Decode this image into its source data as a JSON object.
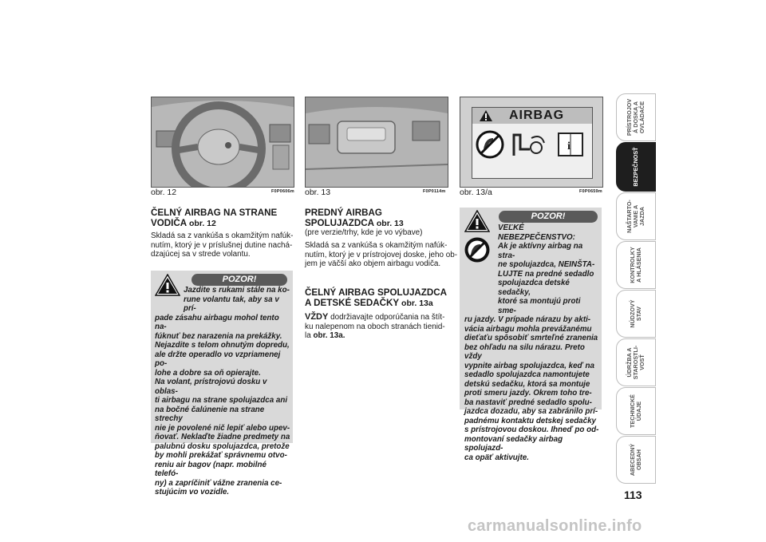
{
  "figures": [
    {
      "caption": "obr. 12",
      "code": "F0P0606m"
    },
    {
      "caption": "obr. 13",
      "code": "F0P0114m"
    },
    {
      "caption": "obr. 13/a",
      "code": "F0P0659m"
    }
  ],
  "airbag_label": "AIRBAG",
  "col1": {
    "heading_line1": "ČELNÝ AIRBAG NA STRANE",
    "heading_line2": "VODIČA",
    "heading_ref": " obr. 12",
    "body": [
      "Skladá sa z vankúša s okamžitým nafúk-",
      "nutím, ktorý je v príslušnej dutine nachá-",
      "dzajúcej sa v strede volantu."
    ],
    "warning_title": "POZOR!",
    "warning_lines": [
      "Jazdite s rukami stále na ko-",
      "rune volantu tak, aby sa v prí-",
      "pade zásahu airbagu mohol tento na-",
      "fúknuť bez narazenia na prekážky.",
      "Nejazdite s telom ohnutým dopredu,",
      "ale držte operadlo vo vzpriamenej po-",
      "lohe a dobre sa oň opierajte.",
      "Na volant, prístrojovú dosku v oblas-",
      "ti airbagu na strane spolujazdca ani",
      "na bočné čalúnenie na strane strechy",
      "nie je povolené nič lepiť alebo upev-",
      "ňovať. Neklaďte žiadne predmety na",
      "palubnú dosku spolujazdca, pretože",
      "by mohli prekážať správnemu otvo-",
      "reniu air bagov (napr. mobilné telefó-",
      "ny) a zapríčiniť vážne zranenia ce-",
      "stujúcim vo vozidle."
    ]
  },
  "col2": {
    "heading1_line1": "PREDNÝ AIRBAG",
    "heading1_line2": "SPOLUJAZDCA",
    "heading1_ref": " obr. 13",
    "subtitle": "(pre verzie/trhy, kde je vo výbave)",
    "body1": [
      "Skladá sa z vankúša s okamžitým nafúk-",
      "nutím, ktorý je v prístrojovej doske, jeho ob-",
      "jem je väčší ako objem airbagu vodiča."
    ],
    "heading2_line1": "ČELNÝ AIRBAG SPOLUJAZDCA",
    "heading2_line2": "A DETSKÉ SEDAČKY",
    "heading2_ref": " obr. 13a",
    "body2_bold": "VŽDY",
    "body2_line1": " dodržiavajte odporúčania na štít-",
    "body2_line2": "ku nalepenom na oboch stranách tienid-",
    "body2_line3_pre": "la ",
    "body2_line3_ref": "obr. 13a."
  },
  "col3": {
    "warning_title": "POZOR!",
    "warning_lines": [
      "VEĽKÉ NEBEZPEČENSTVO:",
      "Ak je aktívny airbag na stra-",
      "ne spolujazdca, NEINŠTA-",
      "LUJTE na predné sedadlo",
      "spolujazdca detské sedačky,",
      "ktoré sa montujú proti sme-",
      "ru jazdy. V prípade nárazu by akti-",
      "vácia airbagu mohla prevážanému",
      "dieťaťu spôsobiť smrteľné zranenia",
      "bez ohľadu na silu nárazu. Preto vždy",
      "vypnite airbag spolujazdca, keď na",
      "sedadlo spolujazdca namontujete",
      "detskú sedačku, ktorá sa montuje",
      "proti smeru jazdy. Okrem toho tre-",
      "ba nastaviť predné sedadlo spolu-",
      "jazdca dozadu, aby sa zabránilo prí-",
      "padnému kontaktu detskej sedačky",
      "s prístrojovou doskou. Ihneď po od-",
      "montovaní sedačky airbag spolujazd-",
      "ca opäť aktivujte."
    ]
  },
  "tabs": [
    {
      "label": "PRÍSTROJOV\nÁ DOSKA A\nOVLÁDAČE",
      "active": false
    },
    {
      "label": "BEZPEČNOSŤ",
      "active": true
    },
    {
      "label": "NAŠTARTO-\nVANIE A\nJAZDA",
      "active": false
    },
    {
      "label": "KONTROLKY\nA HLÁSENIA",
      "active": false
    },
    {
      "label": "NÚDZOVÝ\nSTAV",
      "active": false
    },
    {
      "label": "ÚDRŽBA A\nSTAROSTLI-\nVOSŤ",
      "active": false
    },
    {
      "label": "TECHNICKÉ\nÚDAJE",
      "active": false
    },
    {
      "label": "ABECEDNÝ\nOBSAH",
      "active": false
    }
  ],
  "page_number": "113",
  "watermark": "carmanualsonline.info"
}
